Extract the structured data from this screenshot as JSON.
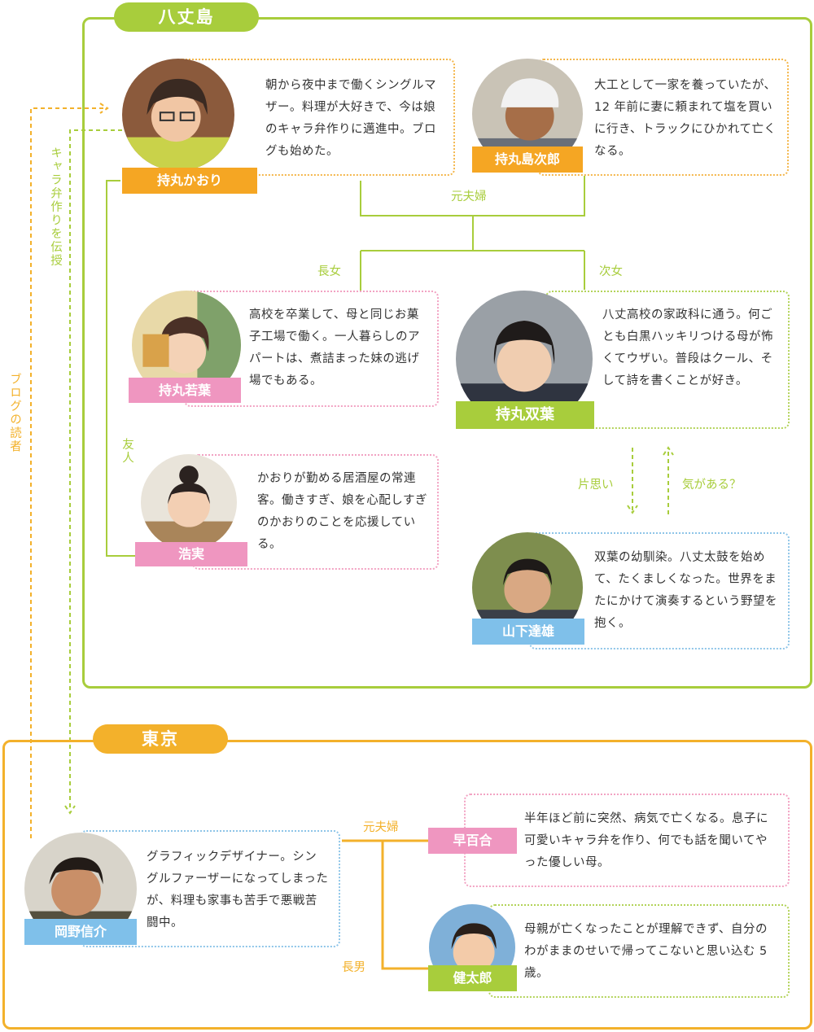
{
  "sections": {
    "hachijo": "八丈島",
    "tokyo": "東京"
  },
  "characters": {
    "kaori": {
      "name": "持丸かおり",
      "desc": "朝から夜中まで働くシングルマザー。料理が大好きで、今は娘のキャラ弁作りに邁進中。ブログも始めた。"
    },
    "shimajiro": {
      "name": "持丸島次郎",
      "desc": "大工として一家を養っていたが、12 年前に妻に頼まれて塩を買いに行き、トラックにひかれて亡くなる。"
    },
    "wakaba": {
      "name": "持丸若葉",
      "desc": "高校を卒業して、母と同じお菓子工場で働く。一人暮らしのアパートは、煮詰まった妹の逃げ場でもある。"
    },
    "futaba": {
      "name": "持丸双葉",
      "desc": "八丈高校の家政科に通う。何ごとも白黒ハッキリつける母が怖くてウザい。普段はクール、そして詩を書くことが好き。"
    },
    "hiromi": {
      "name": "浩実",
      "desc": "かおりが勤める居酒屋の常連客。働きすぎ、娘を心配しすぎのかおりのことを応援している。"
    },
    "tatsuo": {
      "name": "山下達雄",
      "desc": "双葉の幼馴染。八丈太鼓を始めて、たくましくなった。世界をまたにかけて演奏するという野望を抱く。"
    },
    "shinsuke": {
      "name": "岡野信介",
      "desc": "グラフィックデザイナー。シングルファーザーになってしまったが、料理も家事も苦手で悪戦苦闘中。"
    },
    "sayuri": {
      "name": "早百合",
      "desc": "半年ほど前に突然、病気で亡くなる。息子に可愛いキャラ弁を作り、何でも話を聞いてやった優しい母。"
    },
    "kentaro": {
      "name": "健太郎",
      "desc": "母親が亡くなったことが理解できず、自分のわがままのせいで帰ってこないと思い込む 5 歳。"
    }
  },
  "relations": {
    "ex_couple_hachijo": "元夫婦",
    "eldest_daughter": "長女",
    "second_daughter": "次女",
    "friend": "友人",
    "unrequited": "片思い",
    "interested": "気がある？",
    "chara_ben": "キャラ弁作りを伝授",
    "blog_reader": "ブログの読者",
    "ex_couple_tokyo": "元夫婦",
    "eldest_son": "長男"
  },
  "colors": {
    "hachijo_green": "#a8cd3c",
    "tokyo_orange": "#f3b12b",
    "tag_orange": "#f5a623",
    "tag_pink": "#ef96c0",
    "tag_blue": "#7fc0ea"
  }
}
